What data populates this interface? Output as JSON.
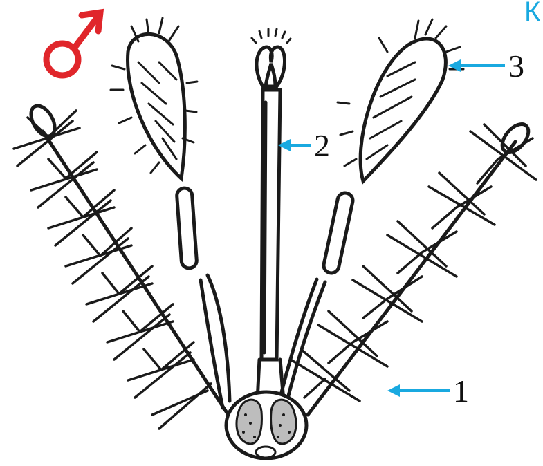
{
  "diagram": {
    "symbol": "♂",
    "corner_letter": "К",
    "labels": [
      {
        "id": "1",
        "text": "1"
      },
      {
        "id": "2",
        "text": "2"
      },
      {
        "id": "3",
        "text": "3"
      }
    ],
    "colors": {
      "ink": "#1a1a1a",
      "arrow": "#19a9e0",
      "male_symbol": "#e0262b",
      "head_fill": "#bdbdbd",
      "corner_letter": "#19a9e0"
    }
  }
}
